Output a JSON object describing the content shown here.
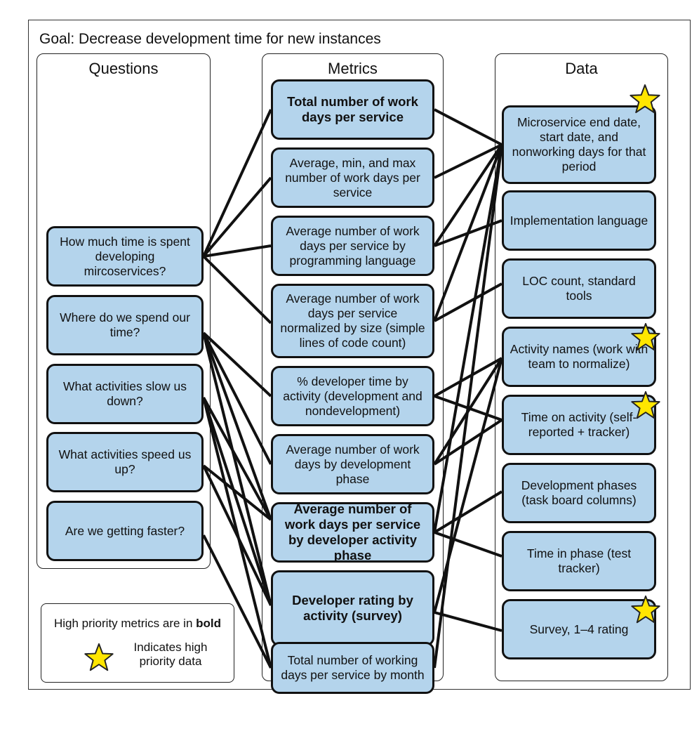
{
  "goal": "Goal: Decrease development time for new instances",
  "columns": {
    "questions": "Questions",
    "metrics": "Metrics",
    "data": "Data"
  },
  "questions": [
    "How much time is spent developing mircoservices?",
    "Where do we spend our time?",
    "What activities slow us down?",
    "What activities speed us up?",
    "Are we getting faster?"
  ],
  "metrics": [
    {
      "text": "Total number of work days per service",
      "bold": true
    },
    {
      "text": "Average, min, and max number of work days per service",
      "bold": false
    },
    {
      "text": "Average number of work days per service by programming language",
      "bold": false
    },
    {
      "text": "Average number of work days per service normalized by size (simple lines of code count)",
      "bold": false
    },
    {
      "text": "% developer time by activity (development and nondevelopment)",
      "bold": false
    },
    {
      "text": "Average number of work days by development phase",
      "bold": false
    },
    {
      "text": "Average number of work days per service by developer activity phase",
      "bold": true
    },
    {
      "text": "Developer rating by activity (survey)",
      "bold": true
    },
    {
      "text": "Total number of working days per service by month",
      "bold": false
    }
  ],
  "data_items": [
    {
      "text": "Microservice end date, start date, and nonworking days for that period",
      "priority": true
    },
    {
      "text": "Implementation language",
      "priority": false
    },
    {
      "text": "LOC count, standard tools",
      "priority": false
    },
    {
      "text": "Activity names (work with team to normalize)",
      "priority": true
    },
    {
      "text": "Time on activity (self-reported + tracker)",
      "priority": true
    },
    {
      "text": "Development phases (task board columns)",
      "priority": false
    },
    {
      "text": "Time in phase (test tracker)",
      "priority": false
    },
    {
      "text": "Survey, 1–4 rating",
      "priority": true
    }
  ],
  "connections": {
    "question_metric": [
      [
        0,
        0
      ],
      [
        0,
        1
      ],
      [
        0,
        2
      ],
      [
        0,
        3
      ],
      [
        1,
        4
      ],
      [
        1,
        5
      ],
      [
        1,
        6
      ],
      [
        1,
        7
      ],
      [
        2,
        6
      ],
      [
        2,
        7
      ],
      [
        2,
        8
      ],
      [
        3,
        6
      ],
      [
        3,
        7
      ],
      [
        4,
        8
      ]
    ],
    "metric_data": [
      [
        0,
        0
      ],
      [
        1,
        0
      ],
      [
        2,
        0
      ],
      [
        2,
        1
      ],
      [
        3,
        0
      ],
      [
        3,
        2
      ],
      [
        4,
        3
      ],
      [
        4,
        4
      ],
      [
        5,
        3
      ],
      [
        5,
        4
      ],
      [
        6,
        5
      ],
      [
        6,
        6
      ],
      [
        6,
        0
      ],
      [
        7,
        7
      ],
      [
        7,
        3
      ],
      [
        8,
        0
      ]
    ]
  },
  "legend": {
    "text_before": "High priority metrics are in ",
    "text_bold": "bold",
    "star_text": "Indicates high priority data"
  },
  "colors": {
    "box_fill": "#b4d4ec",
    "border": "#111111",
    "star_fill": "#ffe600"
  }
}
